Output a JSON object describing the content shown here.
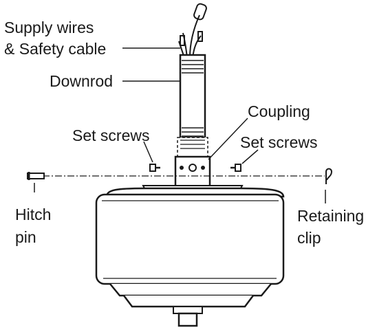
{
  "labels": {
    "supply_wires_line1": "Supply wires",
    "supply_wires_line2": "& Safety cable",
    "downrod": "Downrod",
    "coupling": "Coupling",
    "set_screws_left": "Set screws",
    "set_screws_right": "Set screws",
    "hitch_pin_line1": "Hitch",
    "hitch_pin_line2": "pin",
    "retaining_clip_line1": "Retaining",
    "retaining_clip_line2": "clip"
  },
  "colors": {
    "line": "#1a1a1a",
    "background": "#ffffff"
  }
}
